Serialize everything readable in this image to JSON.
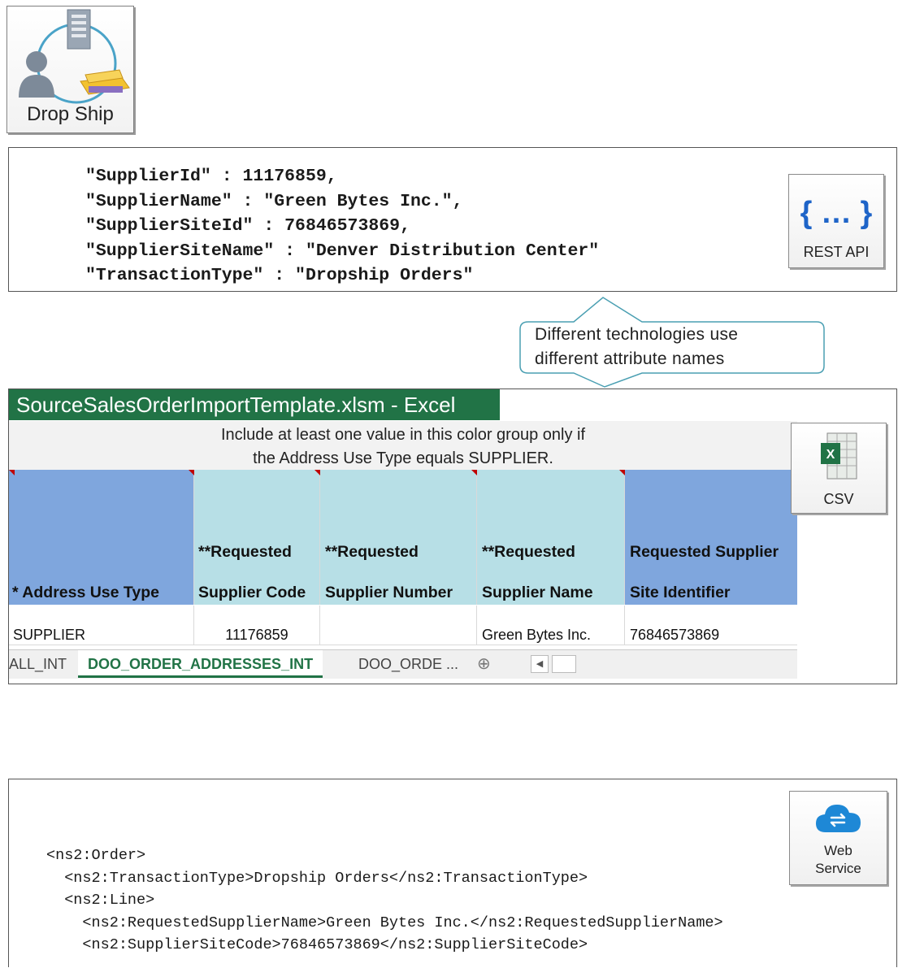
{
  "drop_ship": {
    "label": "Drop Ship",
    "icon": "drop-ship-icon"
  },
  "json_block": {
    "lines": [
      "\"SupplierId\" : 11176859,",
      "\"SupplierName\" : \"Green Bytes Inc.\",",
      "\"SupplierSiteId\" : 76846573869,",
      "\"SupplierSiteName\" : \"Denver Distribution Center\"",
      "\"TransactionType\" : \"Dropship Orders\""
    ]
  },
  "rest_api": {
    "glyph": "{ … }",
    "label": "REST API",
    "color": "#1e64c8"
  },
  "callout": {
    "line1": "Different  technologies  use",
    "line2": "different  attribute names"
  },
  "excel": {
    "title": "SourceSalesOrderImportTemplate.xlsm - Excel",
    "note_line1": "Include at least one value in this color group only if",
    "note_line2": "the Address Use Type equals SUPPLIER.",
    "headers": [
      {
        "line1": "",
        "line2": "* Address Use Type"
      },
      {
        "line1": "**Requested",
        "line2": "Supplier Code"
      },
      {
        "line1": "**Requested",
        "line2": "Supplier Number"
      },
      {
        "line1": "**Requested",
        "line2": "Supplier Name"
      },
      {
        "line1": "Requested Supplier",
        "line2": "Site Identifier"
      }
    ],
    "row": [
      "SUPPLIER",
      "11176859",
      "",
      "Green Bytes Inc.",
      "76846573869"
    ],
    "tabs": [
      "ALL_INT",
      "DOO_ORDER_ADDRESSES_INT",
      "DOO_ORDE ..."
    ],
    "add_sheet": "⊕",
    "colors": {
      "title_bg": "#217346",
      "header_blue": "#7fa6dd",
      "header_teal": "#b7dfe6"
    }
  },
  "csv": {
    "label": "CSV",
    "icon": "excel-csv-icon"
  },
  "web_service": {
    "label_line1": "Web",
    "label_line2": "Service",
    "icon": "cloud-sync-icon"
  },
  "xml_block": {
    "lines": [
      "<ns2:Order>",
      "  <ns2:TransactionType>Dropship Orders</ns2:TransactionType>",
      "  <ns2:Line>",
      "    <ns2:RequestedSupplierName>Green Bytes Inc.</ns2:RequestedSupplierName>",
      "    <ns2:SupplierSiteCode>76846573869</ns2:SupplierSiteCode>"
    ]
  }
}
